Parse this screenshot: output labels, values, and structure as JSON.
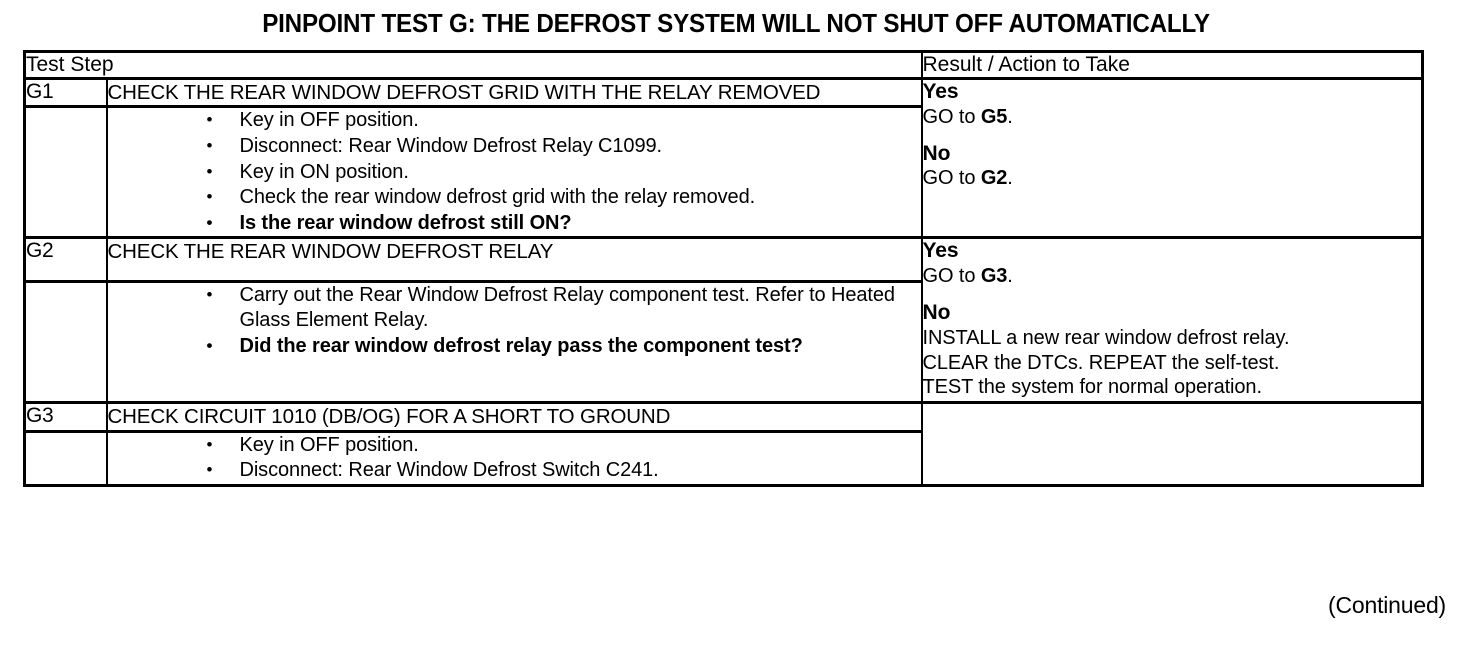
{
  "document": {
    "title": "PINPOINT TEST  G: THE DEFROST SYSTEM WILL NOT SHUT OFF AUTOMATICALLY",
    "footer": "(Continued)"
  },
  "table": {
    "headers": {
      "test_step": "Test Step",
      "result_action": "Result / Action to Take"
    },
    "steps": [
      {
        "id": "G1",
        "heading": "CHECK THE REAR WINDOW DEFROST GRID WITH THE RELAY REMOVED",
        "bullets": [
          {
            "text": "Key in OFF position.",
            "bold": false
          },
          {
            "text": "Disconnect: Rear Window Defrost Relay C1099.",
            "bold": false
          },
          {
            "text": "Key in ON position.",
            "bold": false
          },
          {
            "text": "Check the rear window defrost grid with the relay removed.",
            "bold": false
          },
          {
            "text": "Is the rear window defrost still ON?",
            "bold": true
          }
        ],
        "result": {
          "yes_label": "Yes",
          "yes_actions": [
            {
              "pre": "GO to ",
              "ref": "G5",
              "post": "."
            }
          ],
          "no_label": "No",
          "no_actions": [
            {
              "pre": "GO to ",
              "ref": "G2",
              "post": "."
            }
          ]
        }
      },
      {
        "id": "G2",
        "heading": "CHECK THE REAR WINDOW DEFROST RELAY",
        "bullets": [
          {
            "text": "Carry out the Rear Window Defrost Relay component test. Refer to Heated Glass Element Relay.",
            "bold": false
          },
          {
            "text": "Did the rear window defrost relay pass the component test?",
            "bold": true
          }
        ],
        "result": {
          "yes_label": "Yes",
          "yes_actions": [
            {
              "pre": "GO to ",
              "ref": "G3",
              "post": "."
            }
          ],
          "no_label": "No",
          "no_actions": [
            {
              "pre": "INSTALL a new rear window defrost relay.",
              "ref": "",
              "post": ""
            },
            {
              "pre": "CLEAR the DTCs. REPEAT the self-test.",
              "ref": "",
              "post": ""
            },
            {
              "pre": "TEST the system for normal operation.",
              "ref": "",
              "post": ""
            }
          ]
        }
      },
      {
        "id": "G3",
        "heading": "CHECK CIRCUIT 1010 (DB/OG) FOR A SHORT TO GROUND",
        "bullets": [
          {
            "text": "Key in OFF position.",
            "bold": false
          },
          {
            "text": "Disconnect: Rear Window Defrost Switch C241.",
            "bold": false
          }
        ],
        "result": {
          "yes_label": "",
          "yes_actions": [],
          "no_label": "",
          "no_actions": []
        }
      }
    ]
  },
  "colors": {
    "ink": "#000000",
    "paper": "#ffffff"
  }
}
